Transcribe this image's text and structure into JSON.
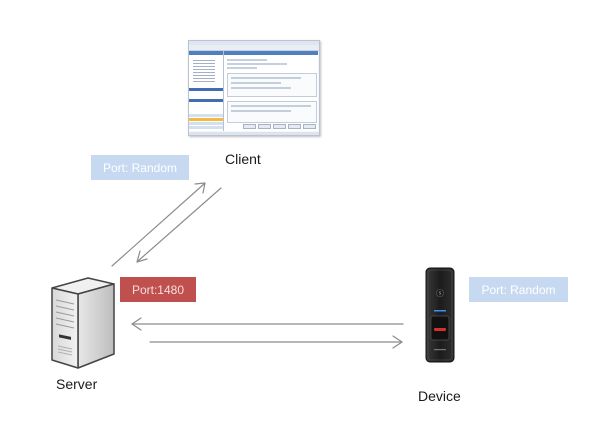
{
  "diagram": {
    "nodes": {
      "client": {
        "label": "Client",
        "icon": "application-window-icon"
      },
      "server": {
        "label": "Server",
        "icon": "server-tower-icon"
      },
      "device": {
        "label": "Device",
        "icon": "fingerprint-reader-icon"
      }
    },
    "ports": {
      "client_port": {
        "label": "Port: Random",
        "color": "#c6d9f1"
      },
      "server_port": {
        "label": "Port:1480",
        "color": "#c0504d"
      },
      "device_port": {
        "label": "Port: Random",
        "color": "#c6d9f1"
      }
    },
    "connections": [
      {
        "from": "server",
        "to": "client",
        "direction": "outbound"
      },
      {
        "from": "client",
        "to": "server",
        "direction": "inbound"
      },
      {
        "from": "device",
        "to": "server",
        "direction": "inbound"
      },
      {
        "from": "server",
        "to": "device",
        "direction": "outbound"
      }
    ],
    "colors": {
      "arrow": "#8c8c8c",
      "label_text": "#1a1a1a"
    }
  }
}
